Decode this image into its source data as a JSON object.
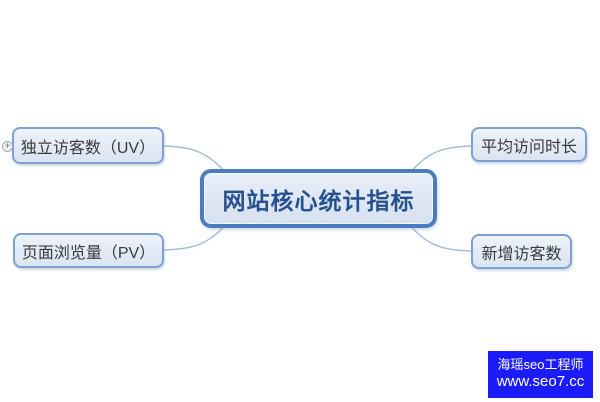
{
  "diagram": {
    "central": {
      "label": "网站核心统计指标"
    },
    "branches": [
      {
        "id": "uv",
        "label": "独立访客数（UV）"
      },
      {
        "id": "avg",
        "label": "平均访问时长"
      },
      {
        "id": "pv",
        "label": "页面浏览量（PV）"
      },
      {
        "id": "new",
        "label": "新增访客数"
      }
    ],
    "expand_icon": "+",
    "colors": {
      "central_border": "#4b7cbf",
      "central_fill": "#dde6f3",
      "central_text": "#27508f",
      "branch_border": "#7da1d2",
      "branch_fill": "#e2eaf6",
      "branch_text": "#3a3a3a",
      "connector": "#9fbbdc"
    }
  },
  "watermark": {
    "line1": "海瑶seo工程师",
    "line2": "www.seo7.cc",
    "background": "#1b1bfb",
    "text_color": "#ffffff"
  }
}
